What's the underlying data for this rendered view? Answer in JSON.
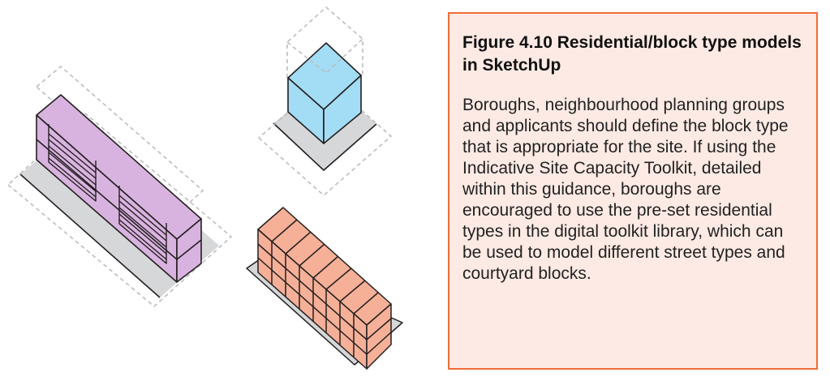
{
  "figure": {
    "models": [
      {
        "name": "purple-linear-block",
        "color": "#d9b3e0"
      },
      {
        "name": "blue-tower-block",
        "color": "#a3dcf5"
      },
      {
        "name": "orange-terrace-block",
        "color": "#f5b097"
      }
    ],
    "ground_color": "#d6d7d9",
    "outline_color": "#231f20",
    "envelope_color": "#bdbdbd"
  },
  "caption": {
    "title": "Figure 4.10 Residential/block type models in SketchUp",
    "body": "Boroughs, neighbourhood planning groups and applicants should define the block type that is appropriate for the site. If using the Indicative Site Capacity Toolkit, detailed within this guidance, boroughs are encouraged to use the pre-set residential types in the digital toolkit library, which can be used to model different street types and courtyard blocks.",
    "border_color": "#f26b35",
    "background_color": "#fdeae4"
  }
}
